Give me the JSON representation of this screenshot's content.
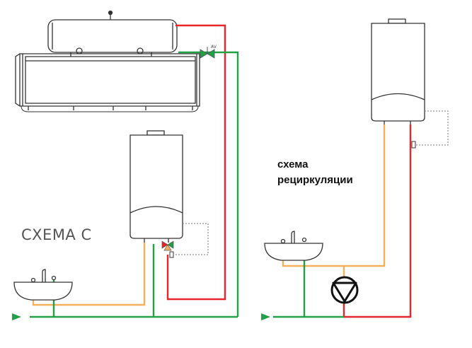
{
  "labels": {
    "scheme_c": "СХЕМА С",
    "recirc_line1": "схема",
    "recirc_line2": "рециркуляции",
    "valve_tag": "AV"
  },
  "colors": {
    "cold_water": "#22a045",
    "hot_water": "#e8252a",
    "mixed_water": "#f5b05c",
    "outline": "#333333",
    "control_wire": "#777777"
  },
  "icons": [
    "solar-collector-icon",
    "boiler-icon",
    "sink-icon",
    "pump-icon",
    "arrow-icon",
    "valve-icon",
    "sensor-icon"
  ]
}
